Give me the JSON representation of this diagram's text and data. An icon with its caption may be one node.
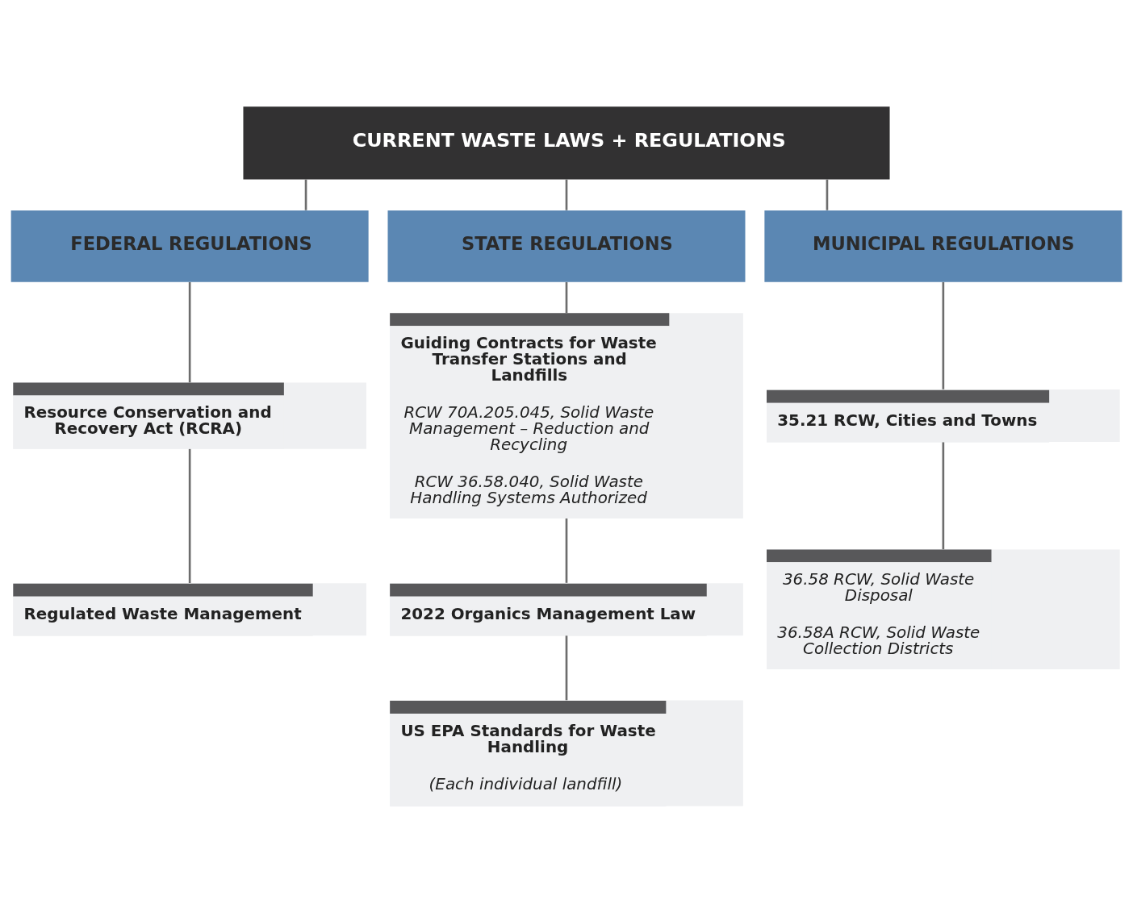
{
  "diagram": {
    "nodes": [
      {
        "text": [
          "CURRENT WASTE LAWS + REGULATIONS"
        ]
      },
      {
        "text": [
          "FEDERAL REGULATIONS"
        ]
      },
      {
        "text": [
          "STATE REGULATIONS"
        ]
      },
      {
        "text": [
          "MUNICIPAL REGULATIONS"
        ]
      },
      {
        "text": [
          "Resource Conservation and Recovery Act (RCRA)"
        ]
      },
      {
        "text": [
          "Regulated Waste Management"
        ]
      },
      {
        "text": [
          "Guiding Contracts for Waste Transfer Stations and Landfills",
          "RCW 70A.205.045, Solid Waste Management – Reduction and Recycling",
          "RCW 36.58.040, Solid Waste Handling Systems Authorized"
        ]
      },
      {
        "text": [
          "2022 Organics Management Law"
        ]
      },
      {
        "text": [
          "US EPA Standards for Waste Handling",
          "(Each individual landfill)"
        ]
      },
      {
        "text": [
          "35.21 RCW, Cities and Towns"
        ]
      },
      {
        "text": [
          "36.58 RCW, Solid Waste Disposal",
          "36.58A RCW, Solid Waste Collection Districts"
        ]
      }
    ],
    "edges": [
      {
        "from": 0,
        "to": 1,
        "arrow": "none"
      },
      {
        "from": 0,
        "to": 2,
        "arrow": "none"
      },
      {
        "from": 0,
        "to": 3,
        "arrow": "none"
      },
      {
        "from": 1,
        "to": 4,
        "arrow": "none"
      },
      {
        "from": 4,
        "to": 5,
        "arrow": "none"
      },
      {
        "from": 2,
        "to": 6,
        "arrow": "none"
      },
      {
        "from": 6,
        "to": 7,
        "arrow": "none"
      },
      {
        "from": 7,
        "to": 8,
        "arrow": "none"
      },
      {
        "from": 3,
        "to": 9,
        "arrow": "none"
      },
      {
        "from": 9,
        "to": 10,
        "arrow": "none"
      }
    ]
  }
}
